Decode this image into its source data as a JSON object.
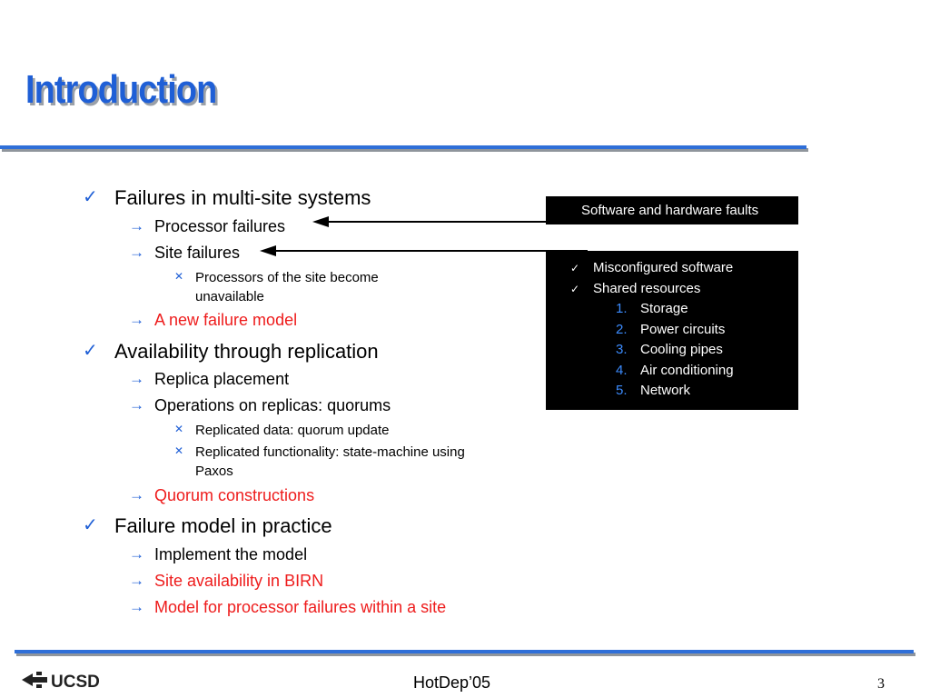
{
  "slide": {
    "title": "Introduction",
    "footer": "HotDep’05",
    "page_number": "3",
    "logo_text": "UCSD"
  },
  "bullets": [
    {
      "text": "Failures in multi-site systems",
      "children": [
        {
          "text": "Processor failures",
          "highlight": false
        },
        {
          "text": "Site failures",
          "highlight": false,
          "children": [
            {
              "text": "Processors of the site become unavailable"
            }
          ]
        },
        {
          "text": "A new failure model",
          "highlight": true
        }
      ]
    },
    {
      "text": "Availability through replication",
      "children": [
        {
          "text": "Replica placement",
          "highlight": false
        },
        {
          "text": "Operations on replicas: quorums",
          "highlight": false,
          "children": [
            {
              "text": "Replicated data: quorum update"
            },
            {
              "text": "Replicated functionality: state-machine using Paxos"
            }
          ]
        },
        {
          "text": "Quorum constructions",
          "highlight": true
        }
      ]
    },
    {
      "text": "Failure model in practice",
      "children": [
        {
          "text": "Implement the model",
          "highlight": false
        },
        {
          "text": "Site availability in BIRN",
          "highlight": true
        },
        {
          "text": "Model for processor failures within a site",
          "highlight": true
        }
      ]
    }
  ],
  "callout_faults": {
    "text": "Software and hardware faults"
  },
  "callout_site": {
    "items": [
      "Misconfigured software",
      "Shared resources"
    ],
    "numbered": [
      {
        "num": "1.",
        "text": "Storage"
      },
      {
        "num": "2.",
        "text": "Power circuits"
      },
      {
        "num": "3.",
        "text": "Cooling pipes"
      },
      {
        "num": "4.",
        "text": "Air conditioning"
      },
      {
        "num": "5.",
        "text": "Network"
      }
    ]
  },
  "colors": {
    "accent": "#1f5fd6",
    "highlight": "#ee1c1c",
    "callout_bg": "#000000",
    "number": "#3c8cff"
  },
  "icons": {
    "level1": "checkmark-icon",
    "level2": "right-arrow-icon",
    "level3": "x-mark-icon"
  }
}
